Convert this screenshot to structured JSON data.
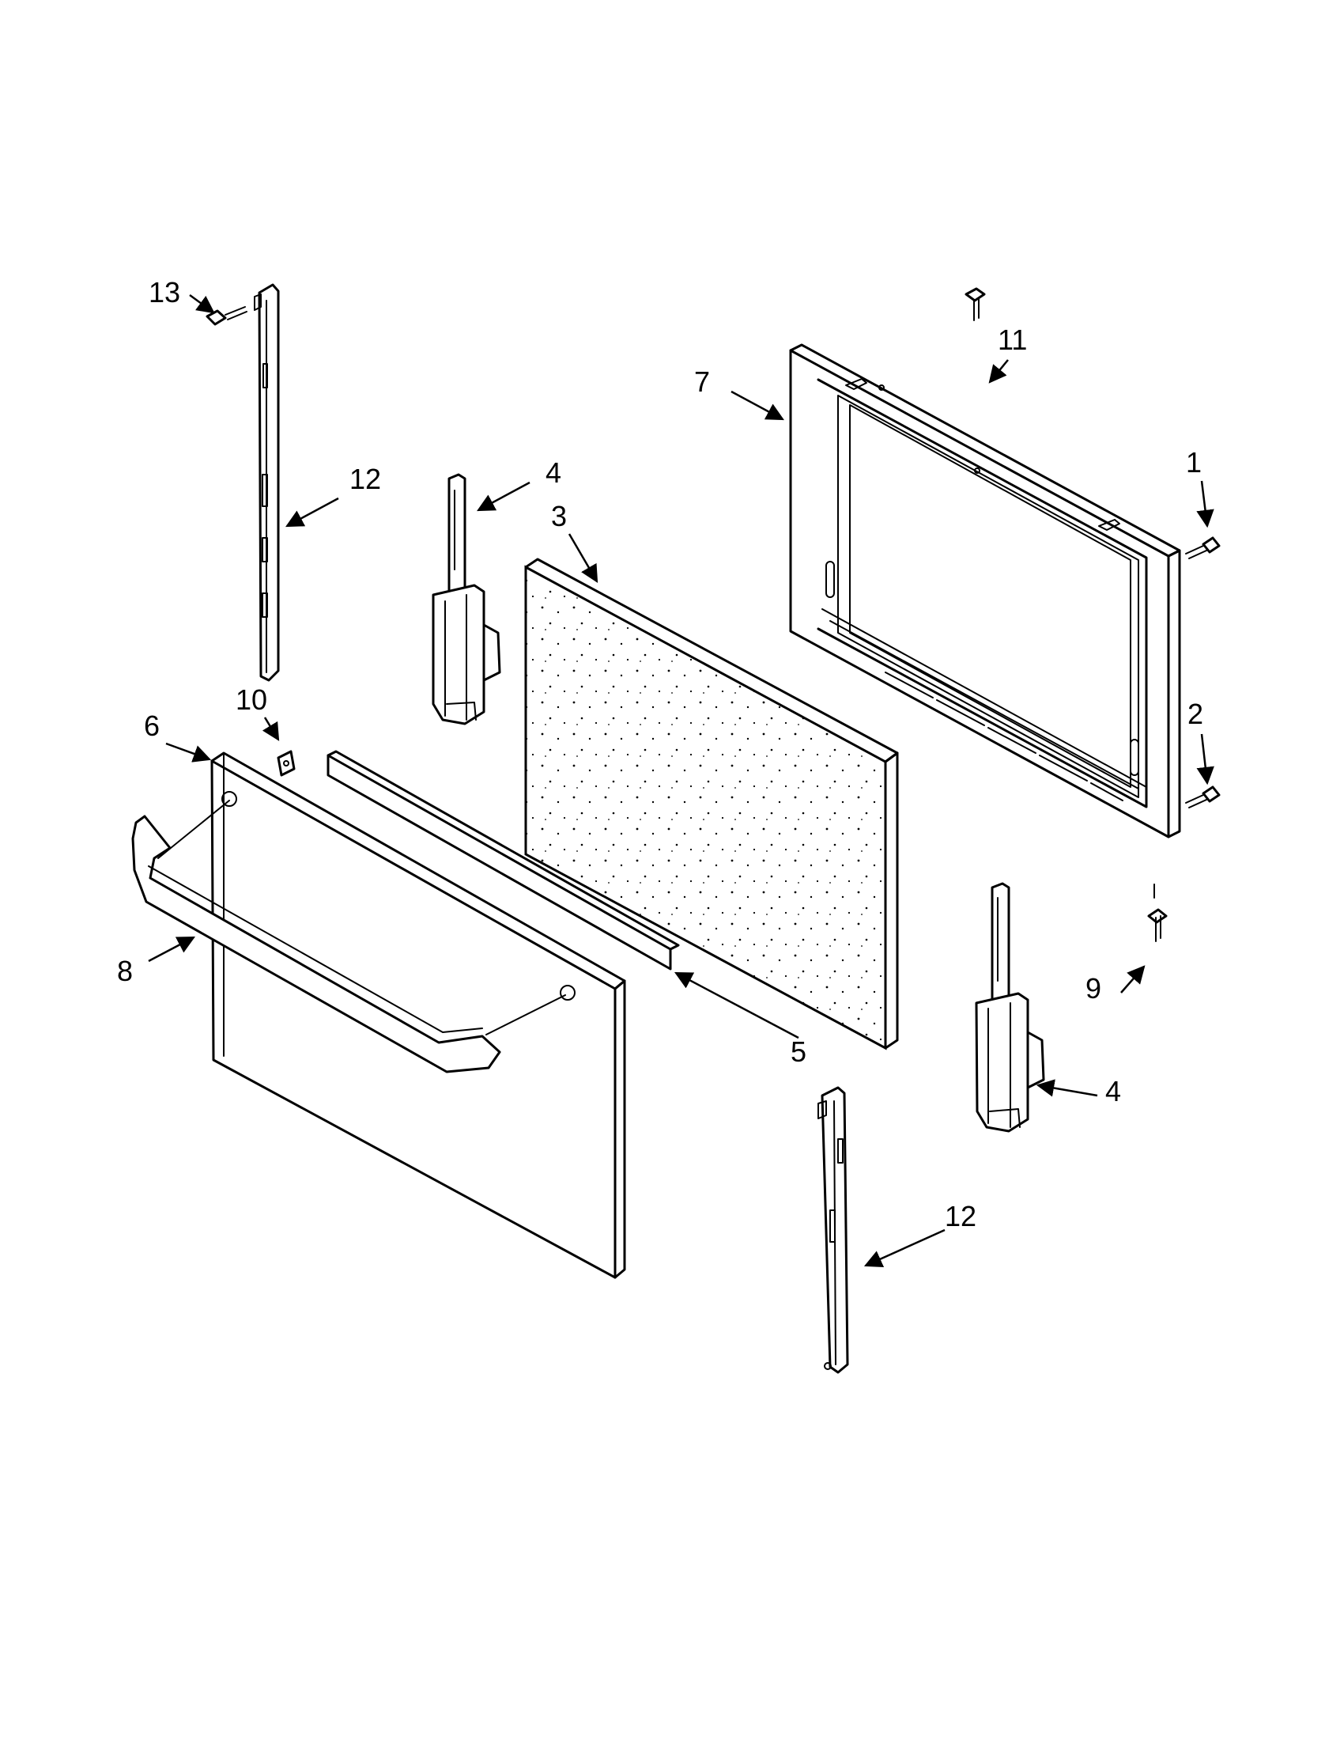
{
  "labels": {
    "p1": "1",
    "p2": "2",
    "p3": "3",
    "p4a": "4",
    "p4b": "4",
    "p5": "5",
    "p6": "6",
    "p7": "7",
    "p8": "8",
    "p9": "9",
    "p10": "10",
    "p11": "11",
    "p12a": "12",
    "p12b": "12",
    "p13": "13"
  }
}
